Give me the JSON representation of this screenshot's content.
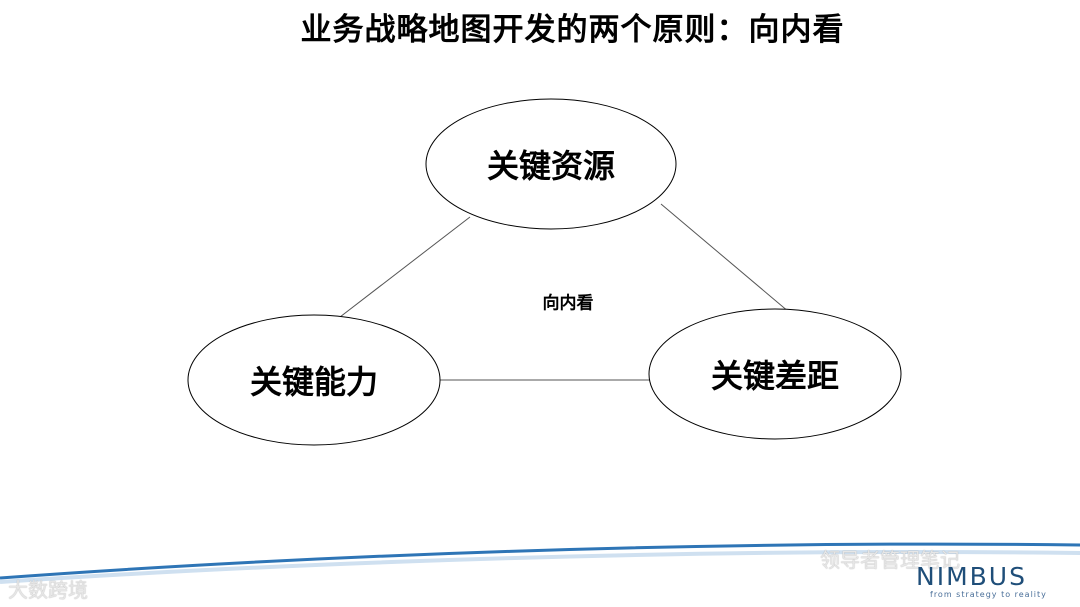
{
  "title": "业务战略地图开发的两个原则：向内看",
  "nodes": {
    "top": "关键资源",
    "left": "关键能力",
    "right": "关键差距"
  },
  "center_label": "向内看",
  "watermark": {
    "left": "大数跨境",
    "right": "领导者管理笔记"
  },
  "brand": {
    "name": "NIMBUS",
    "tagline": "from strategy to reality"
  },
  "colors": {
    "brand": "#1f4e79",
    "wave": "#2e75b6"
  }
}
